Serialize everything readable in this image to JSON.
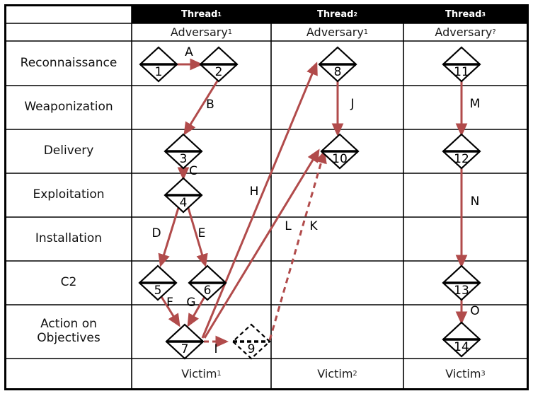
{
  "diagram": {
    "title": "Cyber Kill Chain campaign thread matrix",
    "colors": {
      "edge": "#b14b4b",
      "node_stroke": "#000000",
      "header_bg": "#000000",
      "header_fg": "#ffffff"
    },
    "columns": [
      {
        "thread": "Thread",
        "thread_sub": "1",
        "adversary": "Adversary",
        "adversary_sub": "1",
        "victim": "Victim",
        "victim_sub": "1"
      },
      {
        "thread": "Thread",
        "thread_sub": "2",
        "adversary": "Adversary",
        "adversary_sub": "1",
        "victim": "Victim",
        "victim_sub": "2"
      },
      {
        "thread": "Thread",
        "thread_sub": "3",
        "adversary": "Adversary",
        "adversary_sub": "?",
        "victim": "Victim",
        "victim_sub": "3"
      }
    ],
    "stages": [
      "Reconnaissance",
      "Weaponization",
      "Delivery",
      "Exploitation",
      "Installation",
      "C2",
      "Action on\nObjectives"
    ],
    "nodes": [
      {
        "id": "1",
        "label": "1",
        "column": 1,
        "stage": "Reconnaissance",
        "style": "solid"
      },
      {
        "id": "2",
        "label": "2",
        "column": 1,
        "stage": "Reconnaissance",
        "style": "solid"
      },
      {
        "id": "3",
        "label": "3",
        "column": 1,
        "stage": "Delivery",
        "style": "solid"
      },
      {
        "id": "4",
        "label": "4",
        "column": 1,
        "stage": "Exploitation",
        "style": "solid"
      },
      {
        "id": "5",
        "label": "5",
        "column": 1,
        "stage": "C2",
        "style": "solid"
      },
      {
        "id": "6",
        "label": "6",
        "column": 1,
        "stage": "C2",
        "style": "solid"
      },
      {
        "id": "7",
        "label": "7",
        "column": 1,
        "stage": "Action on Objectives",
        "style": "solid"
      },
      {
        "id": "8",
        "label": "8",
        "column": 2,
        "stage": "Reconnaissance",
        "style": "solid"
      },
      {
        "id": "9",
        "label": "9",
        "column": 2,
        "stage": "Action on Objectives",
        "style": "dashed"
      },
      {
        "id": "10",
        "label": "10",
        "column": 2,
        "stage": "Delivery",
        "style": "solid"
      },
      {
        "id": "11",
        "label": "11",
        "column": 3,
        "stage": "Reconnaissance",
        "style": "solid"
      },
      {
        "id": "12",
        "label": "12",
        "column": 3,
        "stage": "Delivery",
        "style": "solid"
      },
      {
        "id": "13",
        "label": "13",
        "column": 3,
        "stage": "C2",
        "style": "solid"
      },
      {
        "id": "14",
        "label": "14",
        "column": 3,
        "stage": "Action on Objectives",
        "style": "solid"
      }
    ],
    "edges": [
      {
        "label": "A",
        "from": "1",
        "to": "2",
        "style": "solid"
      },
      {
        "label": "B",
        "from": "2",
        "to": "3",
        "style": "solid"
      },
      {
        "label": "C",
        "from": "3",
        "to": "4",
        "style": "solid"
      },
      {
        "label": "D",
        "from": "4",
        "to": "5",
        "style": "solid"
      },
      {
        "label": "E",
        "from": "4",
        "to": "6",
        "style": "solid"
      },
      {
        "label": "F",
        "from": "5",
        "to": "7",
        "style": "solid"
      },
      {
        "label": "G",
        "from": "6",
        "to": "7",
        "style": "solid"
      },
      {
        "label": "H",
        "from": "7",
        "to": "8",
        "style": "solid"
      },
      {
        "label": "I",
        "from": "7",
        "to": "9",
        "style": "dashed"
      },
      {
        "label": "J",
        "from": "8",
        "to": "10",
        "style": "solid"
      },
      {
        "label": "K",
        "from": "9",
        "to": "10",
        "style": "dashed"
      },
      {
        "label": "L",
        "from": "7",
        "to": "10",
        "style": "solid"
      },
      {
        "label": "M",
        "from": "11",
        "to": "12",
        "style": "solid"
      },
      {
        "label": "N",
        "from": "12",
        "to": "13",
        "style": "solid"
      },
      {
        "label": "O",
        "from": "13",
        "to": "14",
        "style": "solid"
      }
    ]
  }
}
